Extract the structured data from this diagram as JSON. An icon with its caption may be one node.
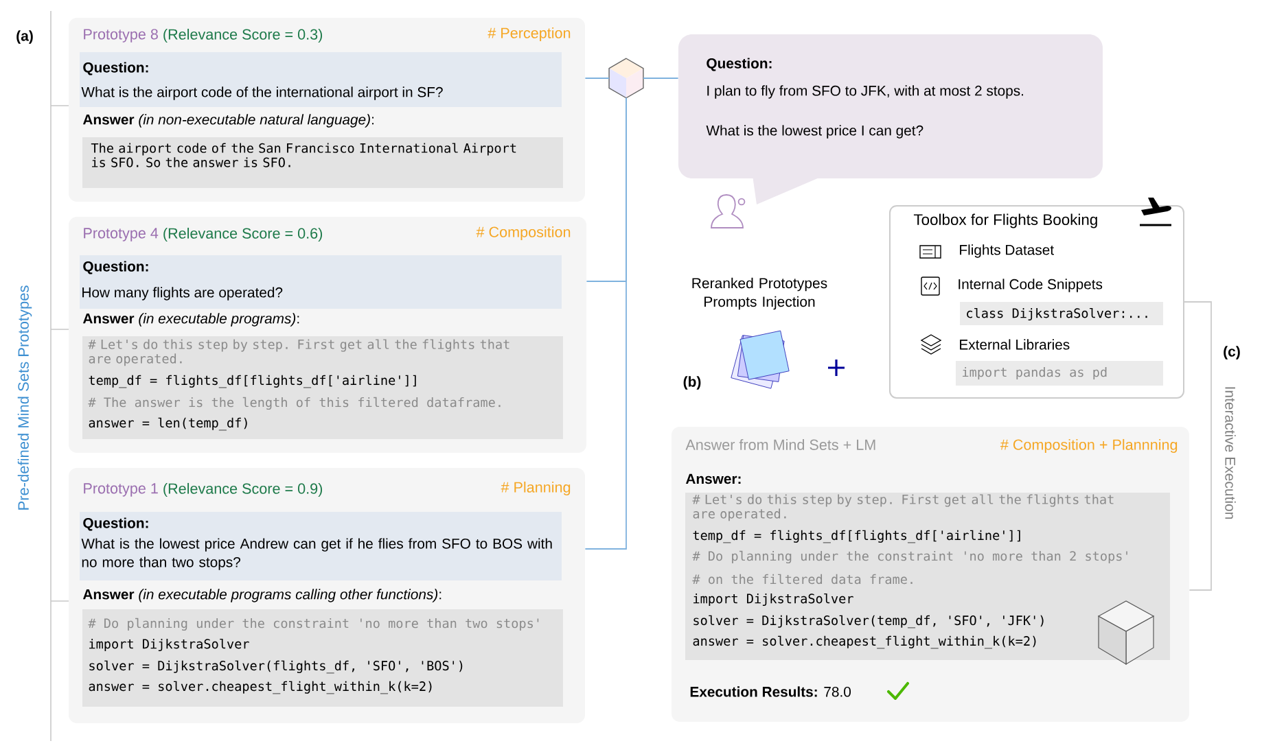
{
  "diagram": {
    "nodes": [
      {
        "text": [
          "Prototype 8",
          "(Relevance Score = 0.3)",
          "# Perception",
          "Question:",
          "What is the airport code of the international airport in SF?",
          "**Answer** *(in non-executable natural language)*:",
          "The airport code of the San Francisco International Airport is SFO. So the answer is SFO."
        ]
      },
      {
        "text": [
          "Prototype 4",
          "(Relevance Score = 0.6)",
          "# Composition",
          "Question:",
          "How many flights are operated?",
          "**Answer** *(in executable programs)*:",
          "# Let's do this step by step. First get all the flights that are operated.",
          "temp_df = flights_df[flights_df['airline']]",
          "# The answer is the length of this filtered dataframe.",
          "answer = len(temp_df)"
        ]
      },
      {
        "text": [
          "Prototype 1",
          "(Relevance Score = 0.9)",
          "# Planning",
          "Question:",
          "What is the lowest price Andrew can get if he flies from SFO to BOS with no more than two stops?",
          "**Answer** *(in executable programs calling other functions)*:",
          "# Do planning under the constraint 'no more than two stops'",
          "import DijkstraSolver",
          "solver = DijkstraSolver(flights_df, 'SFO', 'BOS')",
          "answer = solver.cheapest_flight_within_k(k=2)"
        ]
      },
      {
        "text": [],
        "shape": "cube"
      },
      {
        "text": [
          "Question:",
          "I plan to fly from SFO to JFK, with at most 2 stops.",
          "What is the lowest price I can get?"
        ]
      },
      {
        "text": [
          "Toolbox for Flights Booking",
          "Flights Dataset",
          "Internal Code Snippets",
          "class DijkstraSolver:...",
          "External Libraries",
          "import pandas as pd"
        ]
      },
      {
        "text": [
          "Answer from Mind Sets + LM",
          "# Composition + Plannning",
          "Answer:",
          "# Let's do this step by step. First get all the flights that are operated.",
          "temp_df = flights_df[flights_df['airline']]",
          "# Do planning under the constraint 'no more than 2 stops'",
          "# on the filtered data frame.",
          "import DijkstraSolver",
          "solver = DijkstraSolver(temp_df, 'SFO', 'JFK')",
          "answer = solver.cheapest_flight_within_k(k=2)",
          "**Execution Results:** 78.0"
        ]
      }
    ],
    "edges": [
      {
        "from": 0,
        "to": 3,
        "arrow": "none"
      },
      {
        "from": 1,
        "to": 3,
        "arrow": "none"
      },
      {
        "from": 2,
        "to": 3,
        "arrow": "none"
      },
      {
        "from": 3,
        "to": 4,
        "arrow": "none"
      },
      {
        "from": 5,
        "to": 6,
        "arrow": "none",
        "label": "Interactive Execution",
        "color": "#cccccc"
      }
    ],
    "labels": [
      "(a)",
      "Pre-defined Mind Sets Prototypes",
      "Reranked Prototypes Prompts Injection",
      "(b)",
      "(c)"
    ]
  }
}
